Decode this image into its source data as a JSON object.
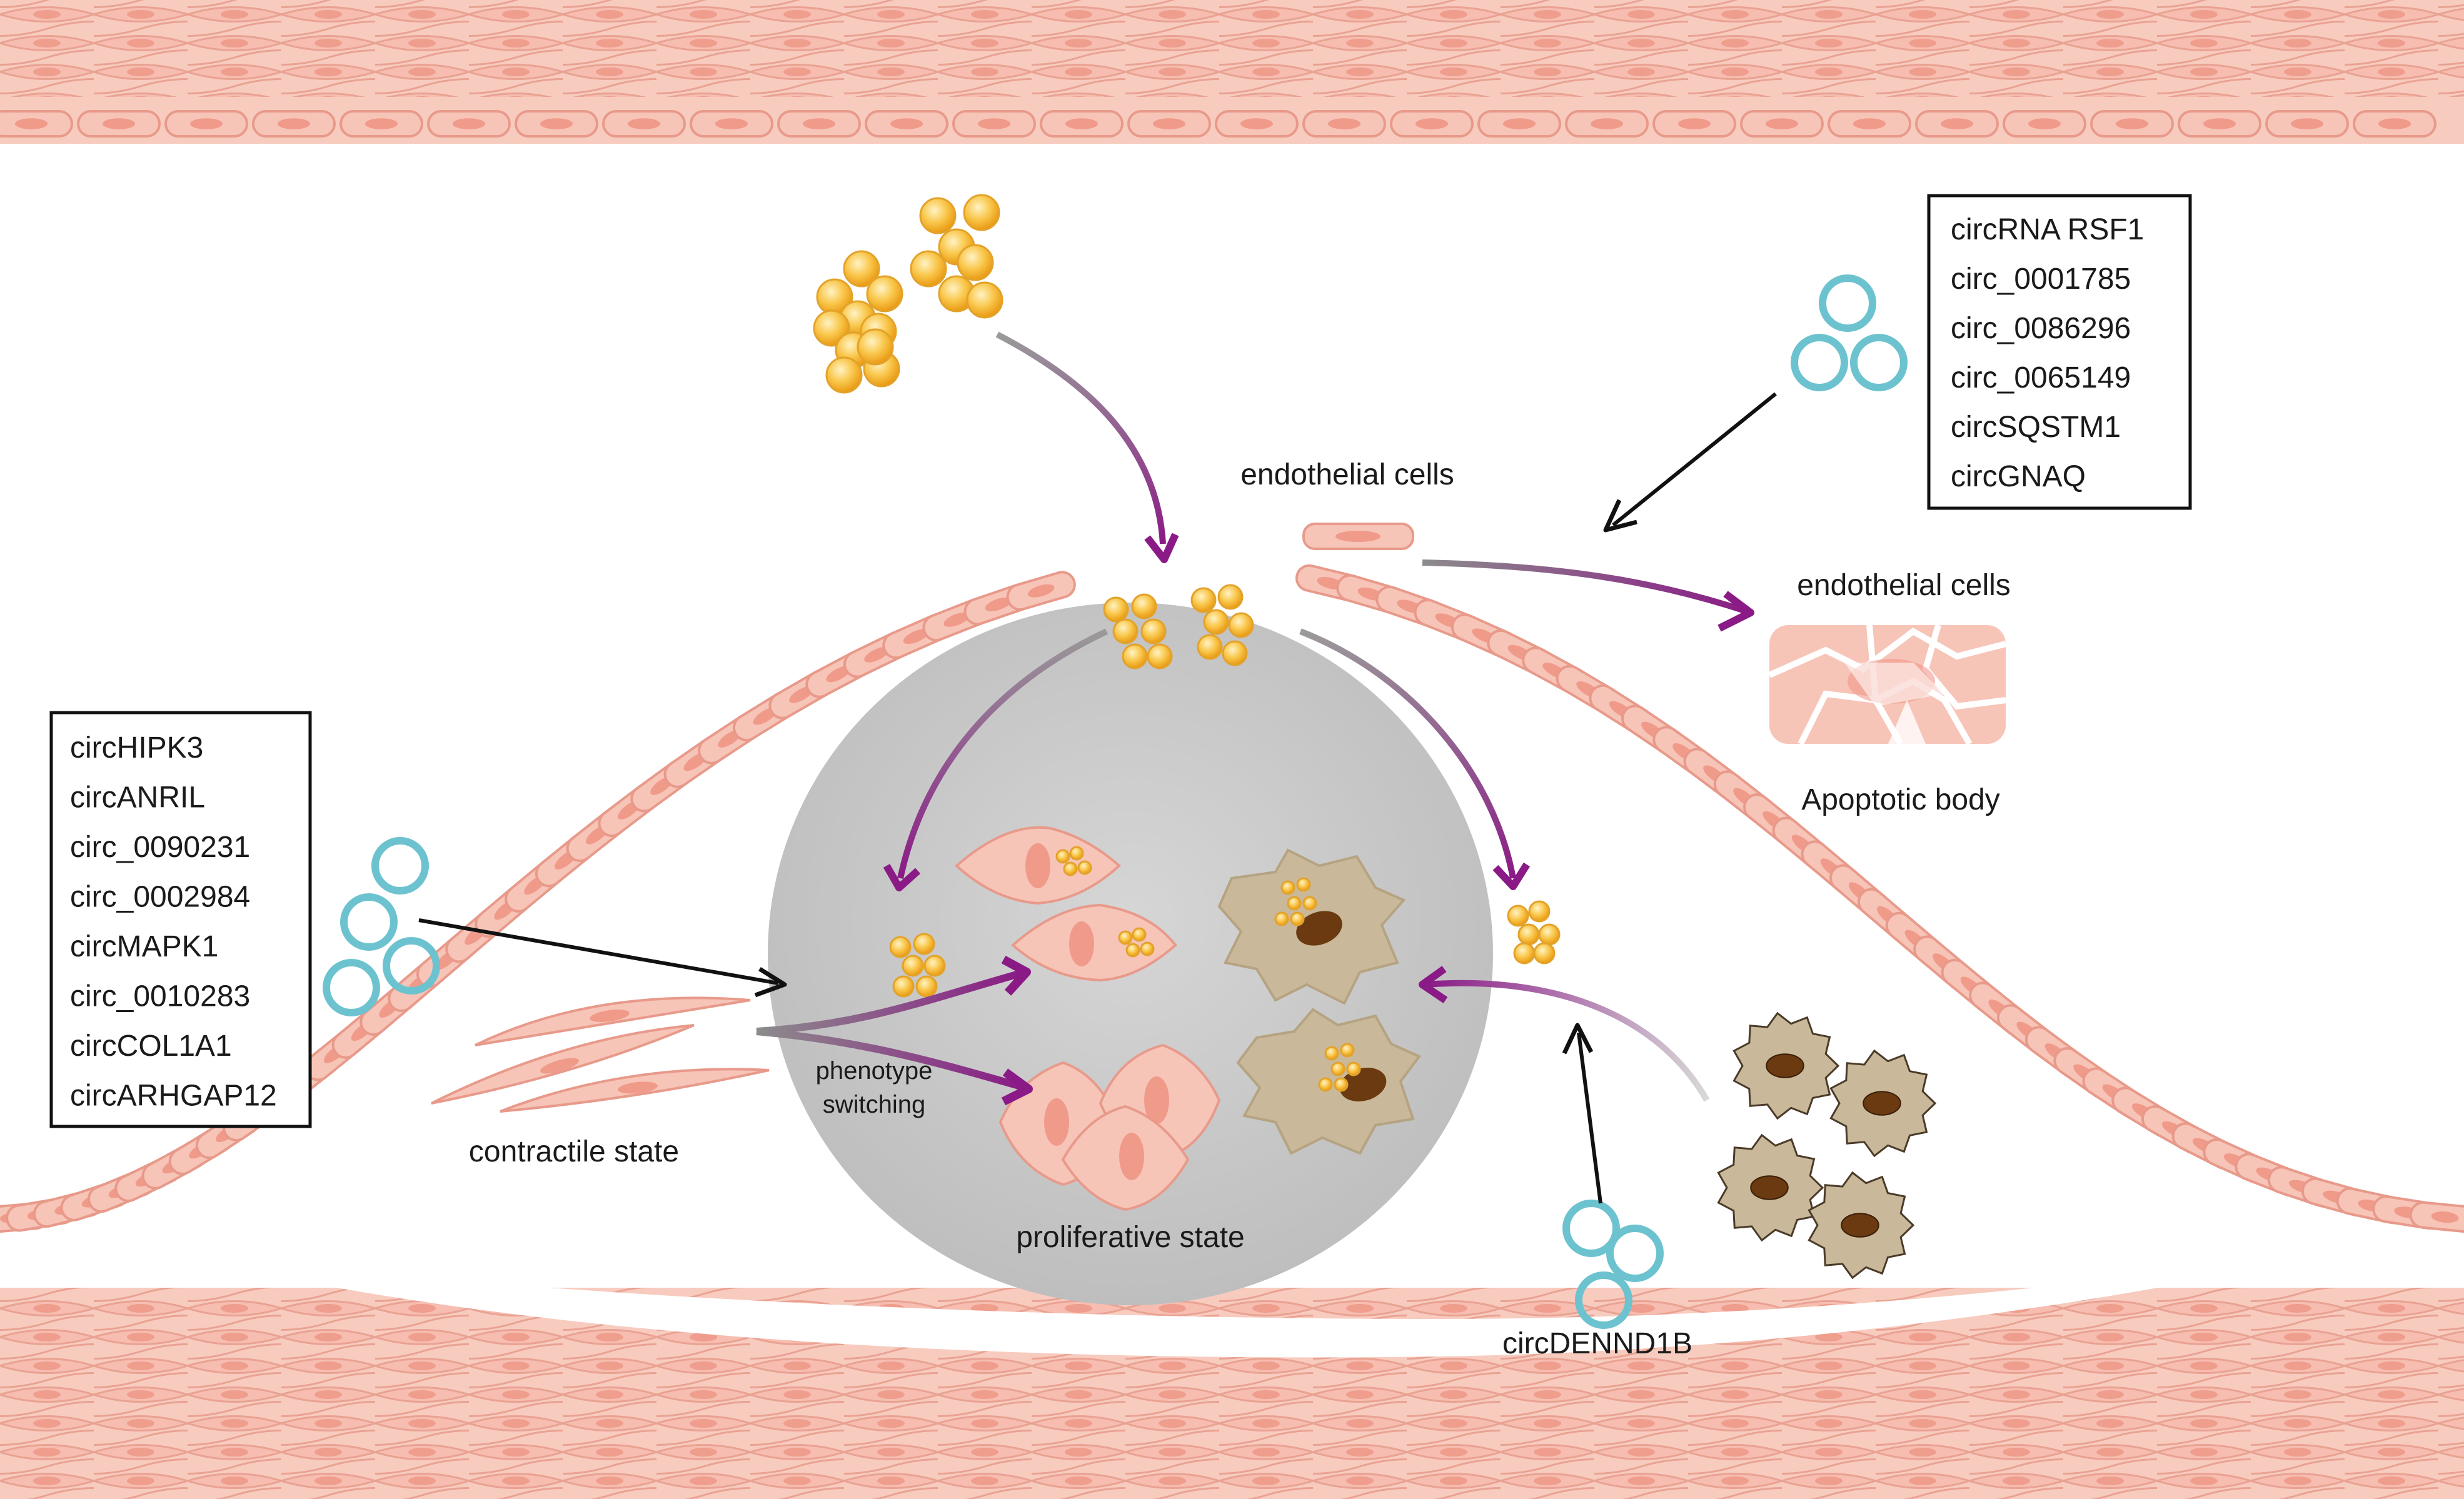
{
  "colors": {
    "cell_fill": "#f7c4b8",
    "cell_stroke": "#e89a8a",
    "nucleus": "#f09a8a",
    "lipid": "#f7b733",
    "lipid_light": "#fbe08a",
    "circ": "#6cc3cf",
    "macrophage_fill": "#c9b99a",
    "macrophage_nucleus": "#6b3a10",
    "plaque": "#c8c8c8",
    "arrow_purple": "#8a1a86",
    "arrow_black": "#111111"
  },
  "labels": {
    "endothelial_top": "endothelial cells",
    "endothelial_right": "endothelial cells",
    "apoptotic_body": "Apoptotic body",
    "contractile_state": "contractile state",
    "phenotype_switching_1": "phenotype",
    "phenotype_switching_2": "switching",
    "proliferative_state": "proliferative state",
    "circ_dennd1b": "circDENND1B"
  },
  "box_left": {
    "items": [
      "circHIPK3",
      "circANRIL",
      "circ_0090231",
      "circ_0002984",
      "circMAPK1",
      "circ_0010283",
      "circCOL1A1",
      "circARHGAP12"
    ]
  },
  "box_right": {
    "items": [
      "circRNA RSF1",
      "circ_0001785",
      "circ_0086296",
      "circ_0065149",
      "circSQSTM1",
      "circGNAQ"
    ]
  }
}
